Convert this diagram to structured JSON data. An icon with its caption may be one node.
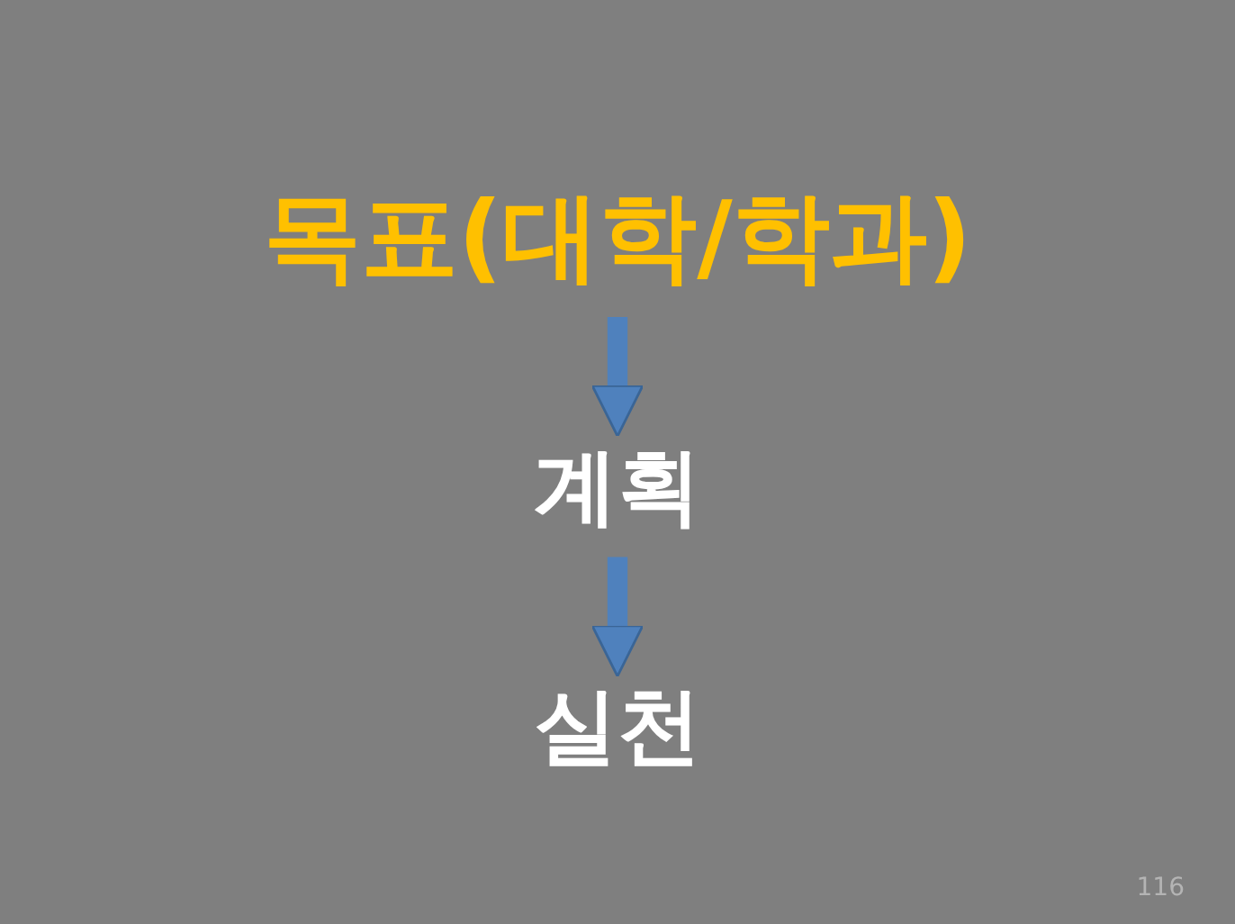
{
  "diagram": {
    "nodes": [
      {
        "text": [
          "목표(대학/학과)"
        ]
      },
      {
        "text": [
          "계획"
        ]
      },
      {
        "text": [
          "실천"
        ]
      }
    ],
    "edges": [
      {
        "from": 0,
        "to": 1,
        "arrow": "to"
      },
      {
        "from": 1,
        "to": 2,
        "arrow": "to"
      }
    ],
    "labels": [
      "116"
    ]
  }
}
